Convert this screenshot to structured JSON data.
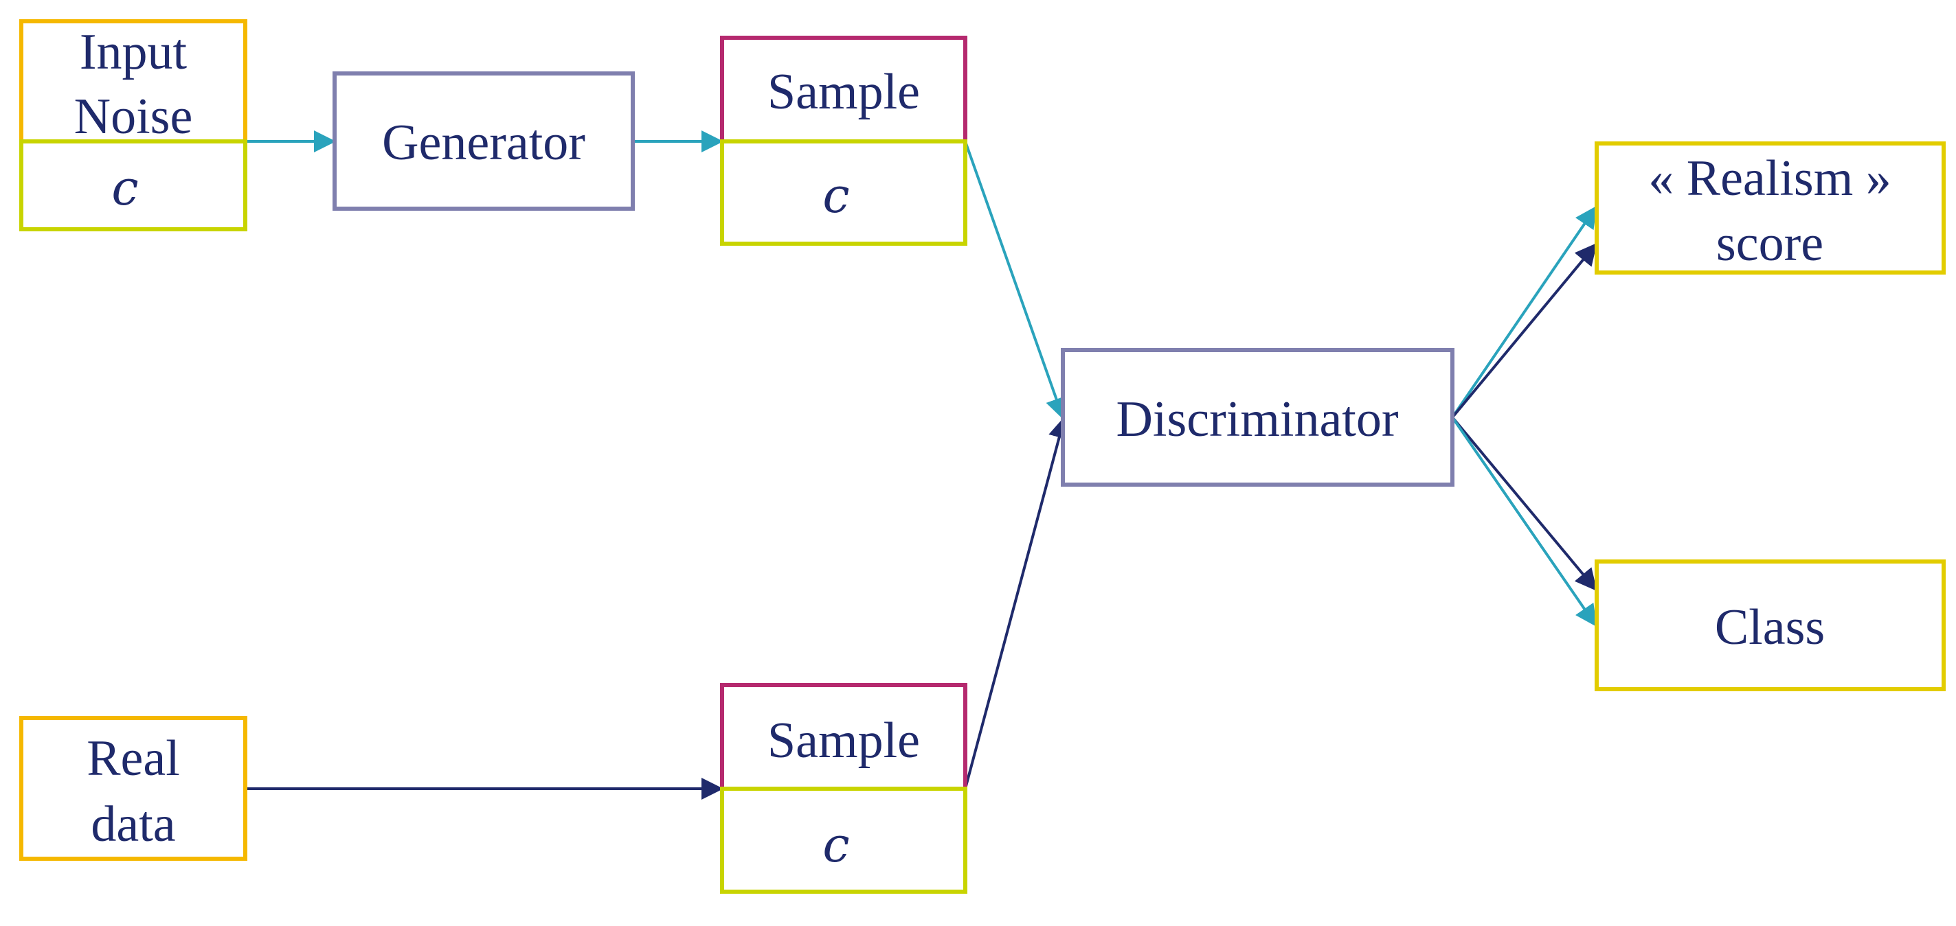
{
  "colors": {
    "text": "#1f2a6b",
    "orange_border": "#f5b800",
    "lime_border": "#c8d400",
    "yellow_border": "#e2cc00",
    "purple_border": "#7f7fae",
    "magenta_border": "#b5296e",
    "teal_arrow": "#2aa3bc",
    "navy_arrow": "#1f2a6b"
  },
  "nodes": {
    "input_noise": {
      "line1": "Input",
      "line2": "Noise"
    },
    "input_noise_condition": {
      "label": "c"
    },
    "generator": {
      "label": "Generator"
    },
    "fake_sample": {
      "label": "Sample"
    },
    "fake_sample_condition": {
      "label": "c"
    },
    "discriminator": {
      "label": "Discriminator"
    },
    "realism_score": {
      "line1": "« Realism »",
      "line2": "score"
    },
    "class_output": {
      "label": "Class"
    },
    "real_data": {
      "line1": "Real",
      "line2": "data"
    },
    "real_sample": {
      "label": "Sample"
    },
    "real_sample_condition": {
      "label": "c"
    }
  },
  "edges": [
    {
      "from": "input_noise",
      "to": "generator",
      "color": "teal"
    },
    {
      "from": "generator",
      "to": "fake_sample",
      "color": "teal"
    },
    {
      "from": "fake_sample_condition",
      "to": "discriminator",
      "color": "teal"
    },
    {
      "from": "real_data",
      "to": "real_sample",
      "color": "navy"
    },
    {
      "from": "real_sample_condition",
      "to": "discriminator",
      "color": "navy"
    },
    {
      "from": "discriminator",
      "to": "realism_score",
      "color": "teal"
    },
    {
      "from": "discriminator",
      "to": "realism_score",
      "color": "navy"
    },
    {
      "from": "discriminator",
      "to": "class_output",
      "color": "teal"
    },
    {
      "from": "discriminator",
      "to": "class_output",
      "color": "navy"
    }
  ]
}
